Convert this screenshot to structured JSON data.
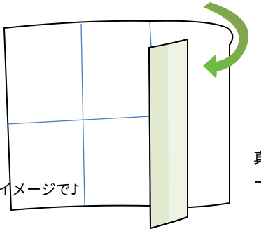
{
  "caption": {
    "main": "イメージで♪",
    "edge_fragment_top": "真",
    "edge_fragment_bottom": "ー"
  },
  "colors": {
    "outline": "#000000",
    "grid_line": "#4a7ebf",
    "folded_panel": "#eef3e3",
    "arrow_light": "#74c043",
    "arrow_dark": "#8c9a5c",
    "background": "#ffffff"
  },
  "icons": {
    "fold_arrow": "curved-arrow-icon"
  }
}
